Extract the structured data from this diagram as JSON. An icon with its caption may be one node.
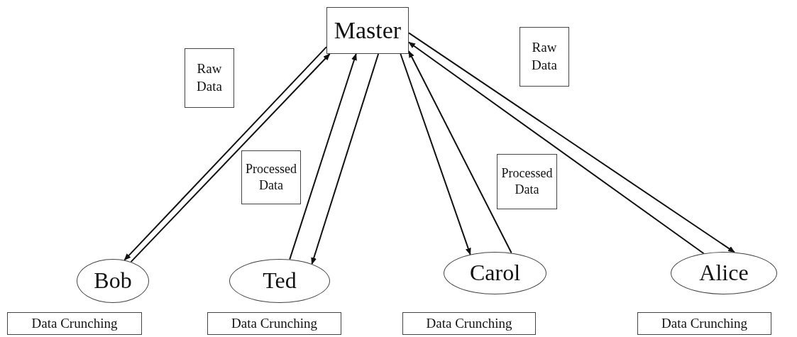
{
  "diagram": {
    "nodes": [
      {
        "text": [
          "Master"
        ]
      },
      {
        "text": [
          "Raw Data"
        ]
      },
      {
        "text": [
          "Raw Data"
        ]
      },
      {
        "text": [
          "Processed Data"
        ]
      },
      {
        "text": [
          "Processed Data"
        ]
      },
      {
        "text": [
          "Bob"
        ]
      },
      {
        "text": [
          "Ted"
        ]
      },
      {
        "text": [
          "Carol"
        ]
      },
      {
        "text": [
          "Alice"
        ]
      },
      {
        "text": [
          "Data Crunching"
        ]
      },
      {
        "text": [
          "Data Crunching"
        ]
      },
      {
        "text": [
          "Data Crunching"
        ]
      },
      {
        "text": [
          "Data Crunching"
        ]
      }
    ],
    "edges": [
      {
        "from": 0,
        "to": 5,
        "arrow": "to"
      },
      {
        "from": 5,
        "to": 0,
        "arrow": "to"
      },
      {
        "from": 6,
        "to": 0,
        "arrow": "to"
      },
      {
        "from": 0,
        "to": 6,
        "arrow": "to"
      },
      {
        "from": 0,
        "to": 7,
        "arrow": "to"
      },
      {
        "from": 7,
        "to": 0,
        "arrow": "to"
      },
      {
        "from": 8,
        "to": 0,
        "arrow": "to"
      },
      {
        "from": 0,
        "to": 8,
        "arrow": "to"
      }
    ]
  }
}
